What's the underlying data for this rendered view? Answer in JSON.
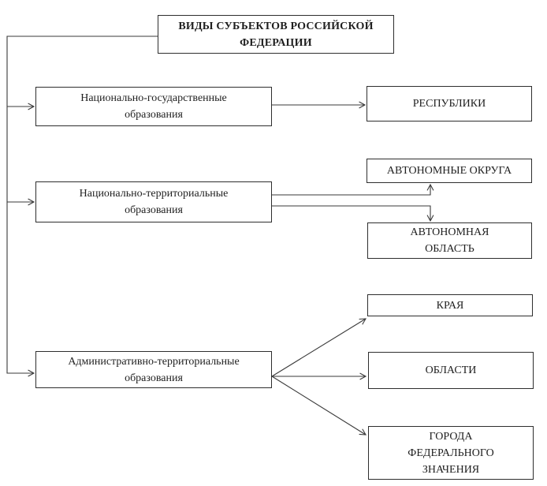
{
  "title": {
    "label": "ВИДЫ СУБЪЕКТОВ РОССИЙСКОЙ ФЕДЕРАЦИИ"
  },
  "categories": [
    {
      "label": "Национально-государственные образования"
    },
    {
      "label": "Национально-территориальные образования"
    },
    {
      "label": "Административно-территориальные образования"
    }
  ],
  "types": [
    {
      "label": "РЕСПУБЛИКИ"
    },
    {
      "label": "АВТОНОМНЫЕ ОКРУГА"
    },
    {
      "label": "АВТОНОМНАЯ ОБЛАСТЬ"
    },
    {
      "label": "КРАЯ"
    },
    {
      "label": "ОБЛАСТИ"
    },
    {
      "label": "ГОРОДА ФЕДЕРАЛЬНОГО ЗНАЧЕНИЯ"
    }
  ],
  "colors": {
    "line": "#3a3a3a",
    "box_border": "#2e2e2e",
    "text": "#1f1f1f",
    "background": "#ffffff"
  }
}
